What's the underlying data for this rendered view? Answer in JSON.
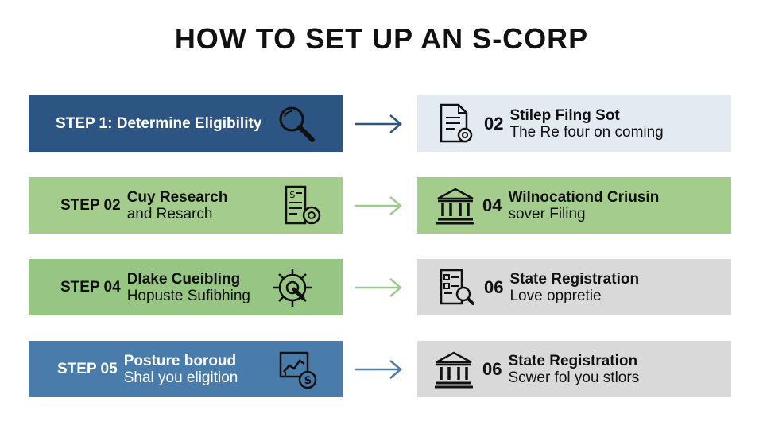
{
  "title": "HOW TO SET UP AN S-CORP",
  "colors": {
    "dark_blue": "#2d5583",
    "light_blue_bg": "#e3eaf2",
    "green": "#a4cc8c",
    "mid_green": "#97c584",
    "gray": "#d9d9d9",
    "blue": "#4a7cab",
    "arrow_blue": "#2d5583",
    "arrow_green": "#9dcc8a"
  },
  "rows": [
    {
      "left": {
        "label": "STEP 1: Determine Eligibility",
        "icon": "magnifier-icon"
      },
      "right": {
        "number": "02",
        "main": "Stilep Filng Sot",
        "sub": "The Re four on coming",
        "icon": "document-gear-icon"
      }
    },
    {
      "left": {
        "label": "STEP 02",
        "main": "Cuy Research",
        "sub": "and Resarch",
        "icon": "document-gear-icon"
      },
      "right": {
        "number": "04",
        "main": "Wilnocationd Criusin",
        "sub": "sover Filing",
        "icon": "bank-icon"
      }
    },
    {
      "left": {
        "label": "STEP 04",
        "main": "Dlake Cueibling",
        "sub": "Hopuste Sufibhing",
        "icon": "gear-wrench-icon"
      },
      "right": {
        "number": "06",
        "main": "State Registration",
        "sub": "Love oppretie",
        "icon": "checklist-magnifier-icon"
      }
    },
    {
      "left": {
        "label": "STEP 05",
        "main": "Posture boroud",
        "sub": "Shal you eligition",
        "icon": "chart-dollar-icon"
      },
      "right": {
        "number": "06",
        "main": "State Registration",
        "sub": "Scwer fol you stlors",
        "icon": "bank-icon"
      }
    }
  ]
}
